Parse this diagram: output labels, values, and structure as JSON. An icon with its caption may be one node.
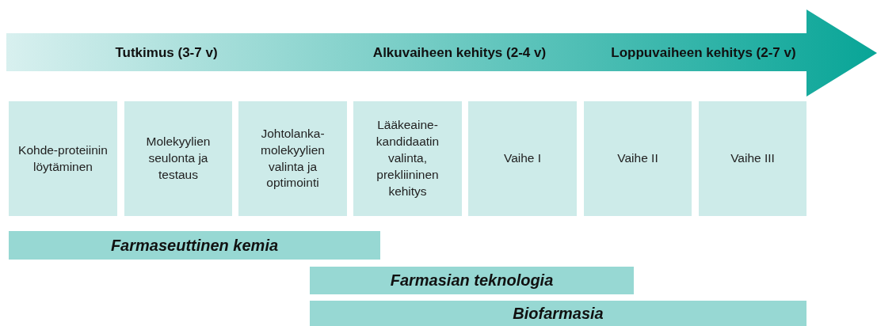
{
  "diagram": {
    "nodes": [
      {
        "text": [
          "Tutkimus (3-7 v)",
          "Alkuvaiheen kehitys (2-4 v)",
          "Loppuvaiheen kehitys (2-7 v)"
        ]
      },
      {
        "text": [
          "Kohde-proteiinin löytäminen"
        ]
      },
      {
        "text": [
          "Molekyylien seulonta ja testaus"
        ]
      },
      {
        "text": [
          "Johtolanka-molekyylien valinta ja optimointi"
        ]
      },
      {
        "text": [
          "Lääkeaine-kandidaatin valinta, prekliininen kehitys"
        ]
      },
      {
        "text": [
          "Vaihe I"
        ]
      },
      {
        "text": [
          "Vaihe II"
        ]
      },
      {
        "text": [
          "Vaihe III"
        ]
      },
      {
        "text": [
          "Farmaseuttinen kemia"
        ]
      },
      {
        "text": [
          "Farmasian teknologia"
        ]
      },
      {
        "text": [
          "Biofarmasia"
        ]
      }
    ],
    "edges": []
  }
}
